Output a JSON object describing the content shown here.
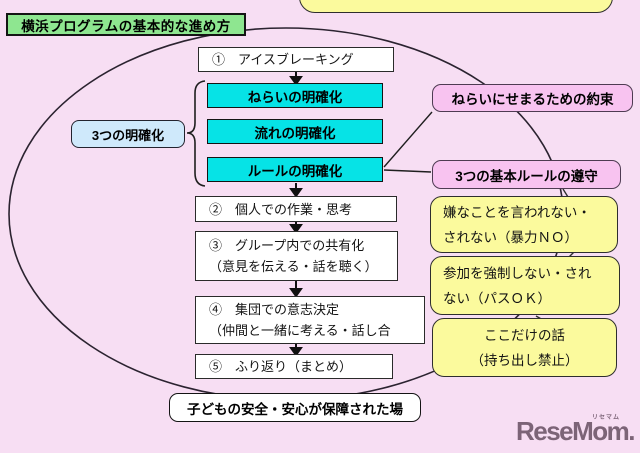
{
  "title": "横浜プログラムの基本的な進め方",
  "flow": {
    "step1": "①　アイスブレーキング",
    "clarify": [
      "ねらいの明確化",
      "流れの明確化",
      "ルールの明確化"
    ],
    "clarify_label": "3つの明確化",
    "step2": "②　個人での作業・思考",
    "step3_line1": "③　グループ内での共有化",
    "step3_line2": "（意見を伝える・話を聴く）",
    "step4_line1": "④　集団での意志決定",
    "step4_line2": "（仲間と一緒に考える・話し合",
    "step5": "⑤　ふり返り（まとめ）",
    "foundation": "子どもの安全・安心が保障された場"
  },
  "right": {
    "promise": "ねらいにせまるための約束",
    "rules_title": "3つの基本ルールの遵守",
    "rules": [
      {
        "line1": "嫌なことを言われない・",
        "line2": "されない（暴力ＮＯ）"
      },
      {
        "line1": "参加を強制しない・され",
        "line2": "ない（パスＯＫ）"
      },
      {
        "line1": "ここだけの話",
        "line2": "（持ち出し禁止）"
      }
    ]
  },
  "logo": {
    "text": "ReseMom.",
    "ruby": "リセマム"
  },
  "colors": {
    "background": "#f7def3",
    "title_green": "#8ee690",
    "clarify_cyan": "#06e3e6",
    "label_blue": "#cfe9fb",
    "promise_pink": "#f8c3f0",
    "rule_yellow": "#fbfa9d",
    "outline_dark": "#2b2330",
    "logo_mauve": "#7c6477"
  }
}
